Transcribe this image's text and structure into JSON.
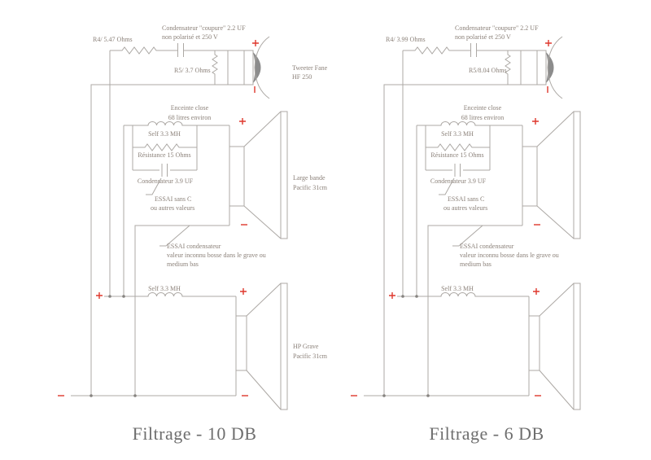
{
  "polarity": {
    "plus": "+",
    "minus": "−"
  },
  "diagrams": [
    {
      "title": "Filtrage - 10 DB",
      "labels": {
        "r4": "R4/ 5.47 Ohms",
        "cap1": "Condensateur \"coupure\" 2.2 UF",
        "cap2": "non polarisé et 250 V",
        "r5": "R5/ 3.7 Ohms",
        "tw1": "Tweeter Fane",
        "tw2": "HF 250",
        "enc1": "Enceinte close",
        "enc2": "68 litres environ",
        "self_mid": "Self 3.3 MH",
        "res": "Résistance 15 Ohms",
        "cond": "Condensateur 3.9 UF",
        "essai_c1": "ESSAI sans C",
        "essai_c2": "ou autres valeurs",
        "mid1": "Large bande",
        "mid2": "Pacific 31cm",
        "essai_k1": "ESSAI condensateur",
        "essai_k2": "valeur inconnu bosse dans le grave ou",
        "essai_k3": "medium bas",
        "self_low": "Self 3.3 MH",
        "low1": "HP Grave",
        "low2": "Pacific 31cm"
      }
    },
    {
      "title": "Filtrage - 6 DB",
      "labels": {
        "r4": "R4/ 3.99 Ohms",
        "cap1": "Condensateur \"coupure\" 2.2 UF",
        "cap2": "non polarisé et 250 V",
        "r5": "R5/8.04 Ohms",
        "enc1": "Enceinte close",
        "enc2": "68 litres environ",
        "self_mid": "Self 3.3 MH",
        "res": "Résistance 15 Ohms",
        "cond": "Condensateur 3.9 UF",
        "essai_c1": "ESSAI sans C",
        "essai_c2": "ou autres valeurs",
        "essai_k1": "ESSAI condensateur",
        "essai_k2": "valeur inconnu bosse dans le grave ou",
        "essai_k3": "medium bas",
        "self_low": "Self 3.3 MH"
      }
    }
  ]
}
